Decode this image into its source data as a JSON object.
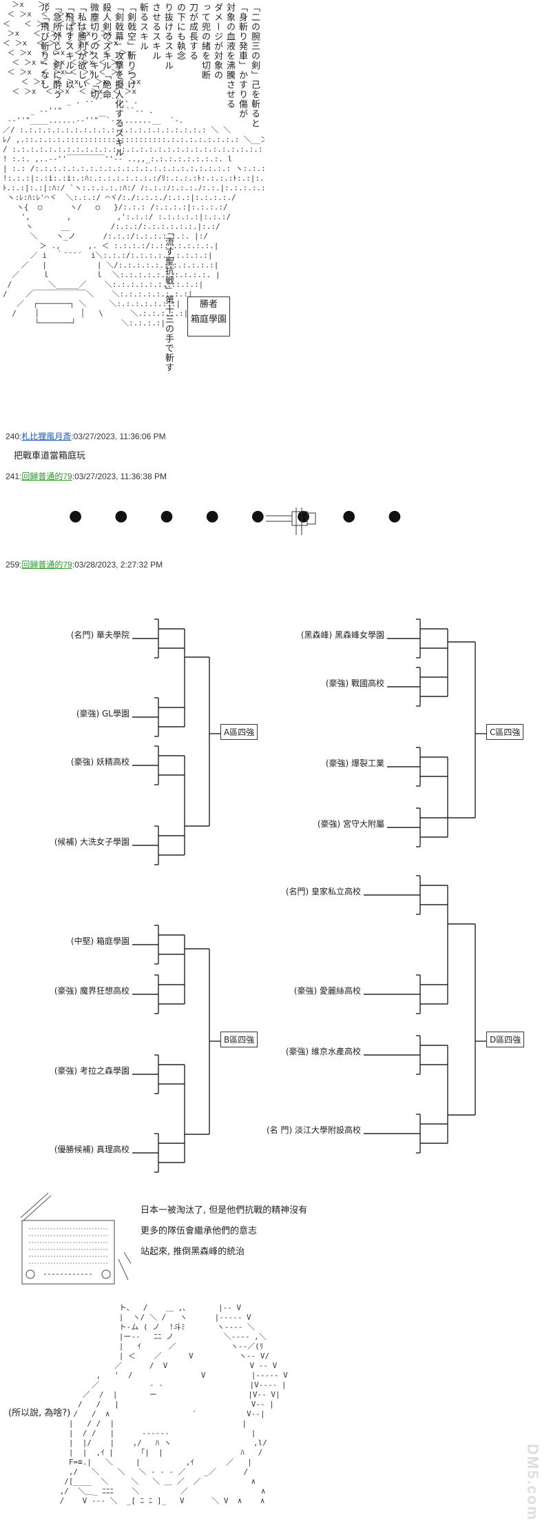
{
  "post_top": {
    "vertical_lines": [
      "「二の腕三の剣」己を斬ると",
      "「身斬り発車」かすり傷が",
      "対象の血液を沸騰させる",
      "ダメージが対象の",
      "って兜の緒を切断",
      "刀が成長する",
      "の下にも執念",
      "り抜けるスキル",
      "させるスキル",
      "斬るスキル",
      "「剣戟空」斬りつけ",
      "「剣戟幕」攻撃を擬人化するスキル",
      "殺人剣のスキル「絶命",
      "微塵切りのスキル「切",
      "「私は勝利が欲しい",
      "「飛ばすスキル」以",
      "「急所外し」剣に酔う",
      "ル「飛び斬り」なし"
    ],
    "winner_label": "勝者",
    "winner_school": "箱庭學園",
    "side_note": "「流す聖抗戦」第十三の手で斬す"
  },
  "posts": [
    {
      "num": "240",
      "name": "札比狸風月斎",
      "name_color": "blue",
      "date": "03/27/2023, 11:36:06 PM",
      "body": "把戰車道當箱庭玩"
    },
    {
      "num": "241",
      "name": "回歸普通的79",
      "name_color": "green",
      "date": "03/27/2023, 11:36:38 PM",
      "body": ""
    },
    {
      "num": "259",
      "name": "回歸普通的79",
      "name_color": "green",
      "date": "03/28/2023, 2:27:32 PM",
      "body": ""
    }
  ],
  "dots": "● ● ● ● ● ● ● ●",
  "bracket": {
    "regions": [
      {
        "label": "A區四強",
        "teams": [
          "(名門) 華夫學院",
          "(豪強) GL學園",
          "(豪強) 妖精高校",
          "(候補) 大洗女子學園"
        ]
      },
      {
        "label": "C區四強",
        "teams": [
          "(黑森峰) 黑森峰女學園",
          "(豪強) 戰國高校",
          "(豪強) 爆裂工業",
          "(豪強) 宮守大附屬"
        ]
      },
      {
        "label": "B區四強",
        "teams": [
          "(中堅) 箱庭學園",
          "(豪強) 魔界狂想高校",
          "(豪強) 考拉之森學園",
          "(優勝候補) 真理高校"
        ]
      },
      {
        "label": "D區四強",
        "teams": [
          "(名門) 皇家私立高校",
          "(豪強) 愛麗絲高校",
          "(豪強) 維京水產高校",
          "(名 門) 淡江大學附設高校"
        ]
      }
    ]
  },
  "radio_speech": [
    "日本一被淘汰了, 但是他們抗戰的精神沒有",
    "更多的隊伍會繼承他們的意志",
    "站起來, 推倒黑森峰的統治"
  ],
  "question": "(所以說, 為啥?)",
  "watermark": "DM5.com"
}
